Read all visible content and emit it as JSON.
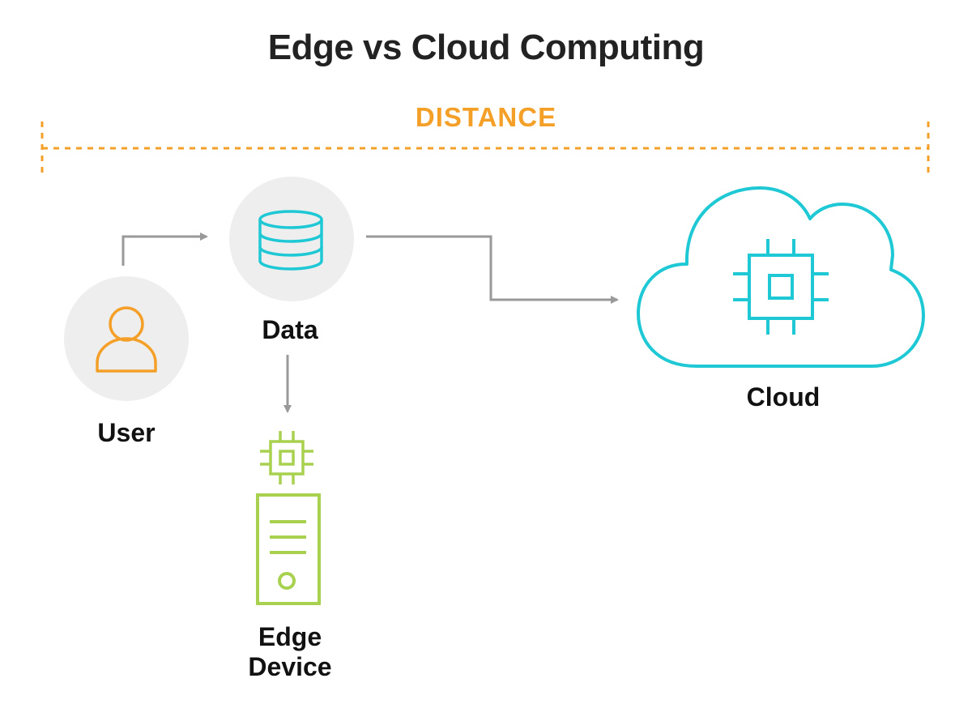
{
  "title": "Edge vs Cloud Computing",
  "distance_label": "DISTANCE",
  "nodes": {
    "user": {
      "label": "User",
      "icon": "user-icon"
    },
    "data": {
      "label": "Data",
      "icon": "database-icon"
    },
    "edge_device": {
      "label_line1": "Edge",
      "label_line2": "Device",
      "icon": "server-chip-icon"
    },
    "cloud": {
      "label": "Cloud",
      "icon": "cloud-chip-icon"
    }
  },
  "colors": {
    "title": "#222222",
    "distance": "#f4a028",
    "user_icon": "#f4a028",
    "data_icon": "#1ec8d4",
    "edge_icon": "#a8d14f",
    "cloud_icon": "#1ec8d4",
    "arrow": "#999999",
    "circle_bg": "#eeeeee"
  }
}
